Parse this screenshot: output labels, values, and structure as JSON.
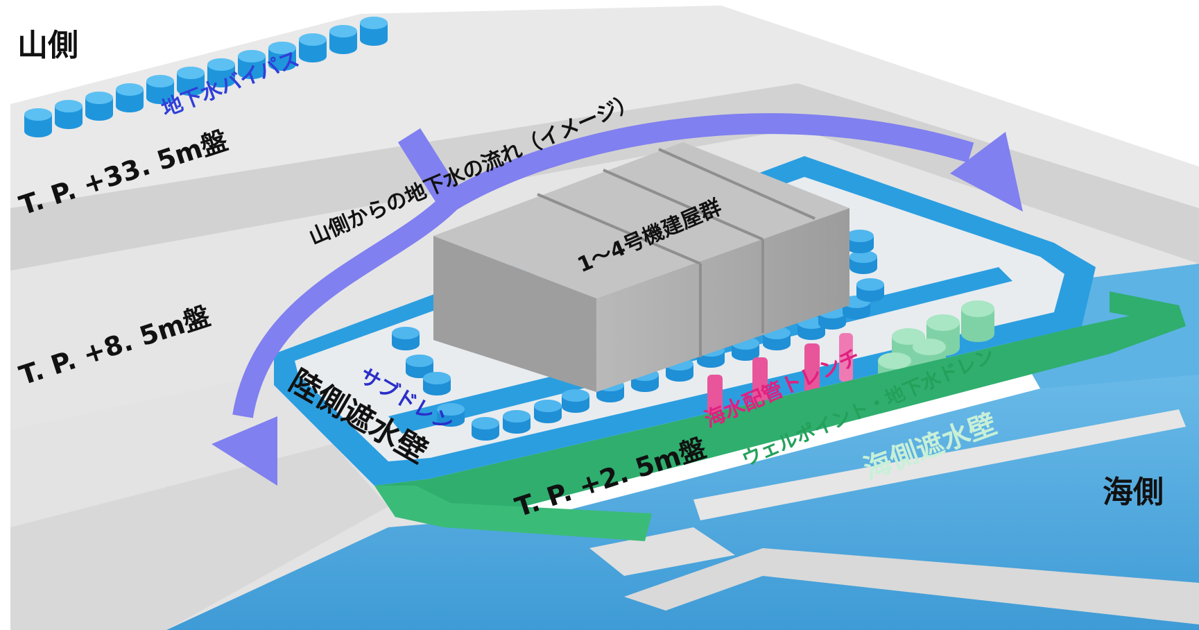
{
  "labels": {
    "mountain_side": "山側",
    "sea_side": "海側",
    "groundwater_bypass": "地下水バイパス",
    "tp_33_5": "T. P. +33. 5m盤",
    "tp_8_5": "T. P. +8. 5m盤",
    "tp_2_5": "T. P. +2. 5m盤",
    "groundwater_flow": "山側からの地下水の流れ（イメージ）",
    "reactor_buildings": "1～4号機建屋群",
    "subdrain": "サブドレン",
    "land_side_wall": "陸側遮水壁",
    "seawater_trench": "海水配管トレンチ",
    "wellpoint_drain": "ウェルポイント・地下水ドレン",
    "sea_side_wall": "海側遮水壁"
  },
  "colors": {
    "terrace_top": "#e6e6e6",
    "terrace_face": "#cfcfcf",
    "sea": "#4fa9e0",
    "buildings": "#a9a9a9",
    "land_wall": "#2b9ee0",
    "sea_wall": "#2fae6e",
    "flow_arrow": "#8080f0",
    "trench": "#e8559a",
    "bypass_label": "#2f3fd8",
    "subdrain_label": "#2b2fc8",
    "trench_label": "#e0207f",
    "wellpoint_label": "#24a05a",
    "sea_wall_label": "#c8f0d8"
  }
}
